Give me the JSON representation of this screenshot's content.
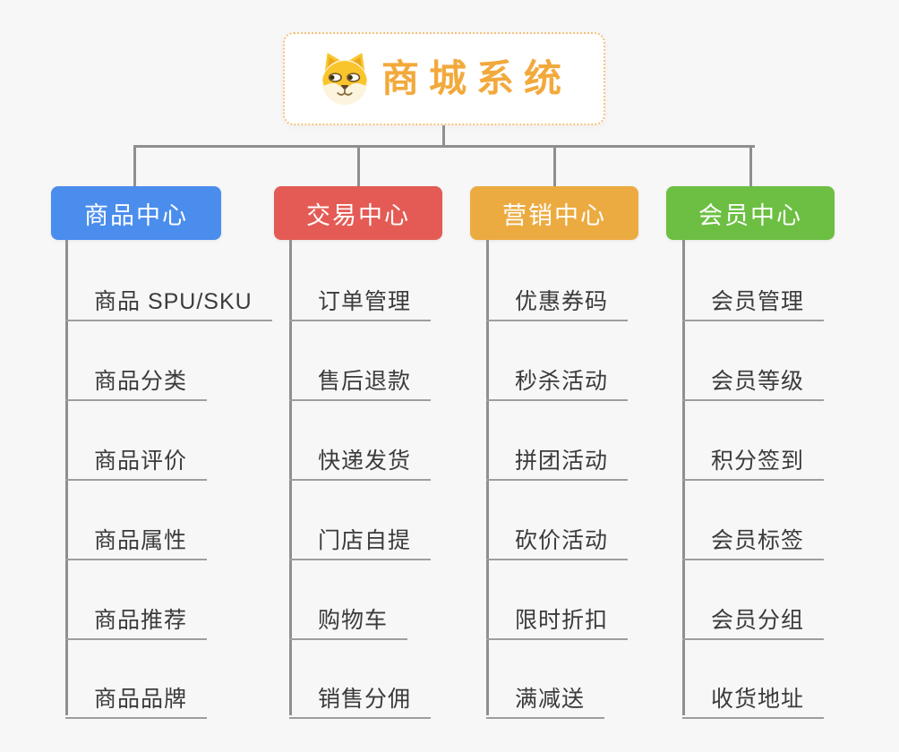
{
  "root": {
    "title": "商城系统",
    "icon": "shiba-dog-icon"
  },
  "branches": [
    {
      "id": "product-center",
      "label": "商品中心",
      "color": "#4a8ded",
      "items": [
        "商品 SPU/SKU",
        "商品分类",
        "商品评价",
        "商品属性",
        "商品推荐",
        "商品品牌"
      ]
    },
    {
      "id": "trade-center",
      "label": "交易中心",
      "color": "#e45b55",
      "items": [
        "订单管理",
        "售后退款",
        "快递发货",
        "门店自提",
        "购物车",
        "销售分佣"
      ]
    },
    {
      "id": "marketing-center",
      "label": "营销中心",
      "color": "#ecab41",
      "items": [
        "优惠券码",
        "秒杀活动",
        "拼团活动",
        "砍价活动",
        "限时折扣",
        "满减送"
      ]
    },
    {
      "id": "member-center",
      "label": "会员中心",
      "color": "#6cbf42",
      "items": [
        "会员管理",
        "会员等级",
        "积分签到",
        "会员标签",
        "会员分组",
        "收货地址"
      ]
    }
  ],
  "colors": {
    "background": "#f7f7f7",
    "connector": "#8f8f8f",
    "leaf_underline": "#9e9e9e",
    "leaf_text": "#3b3b3b",
    "root_text": "#f2a93c",
    "root_border": "#f6c07a"
  }
}
